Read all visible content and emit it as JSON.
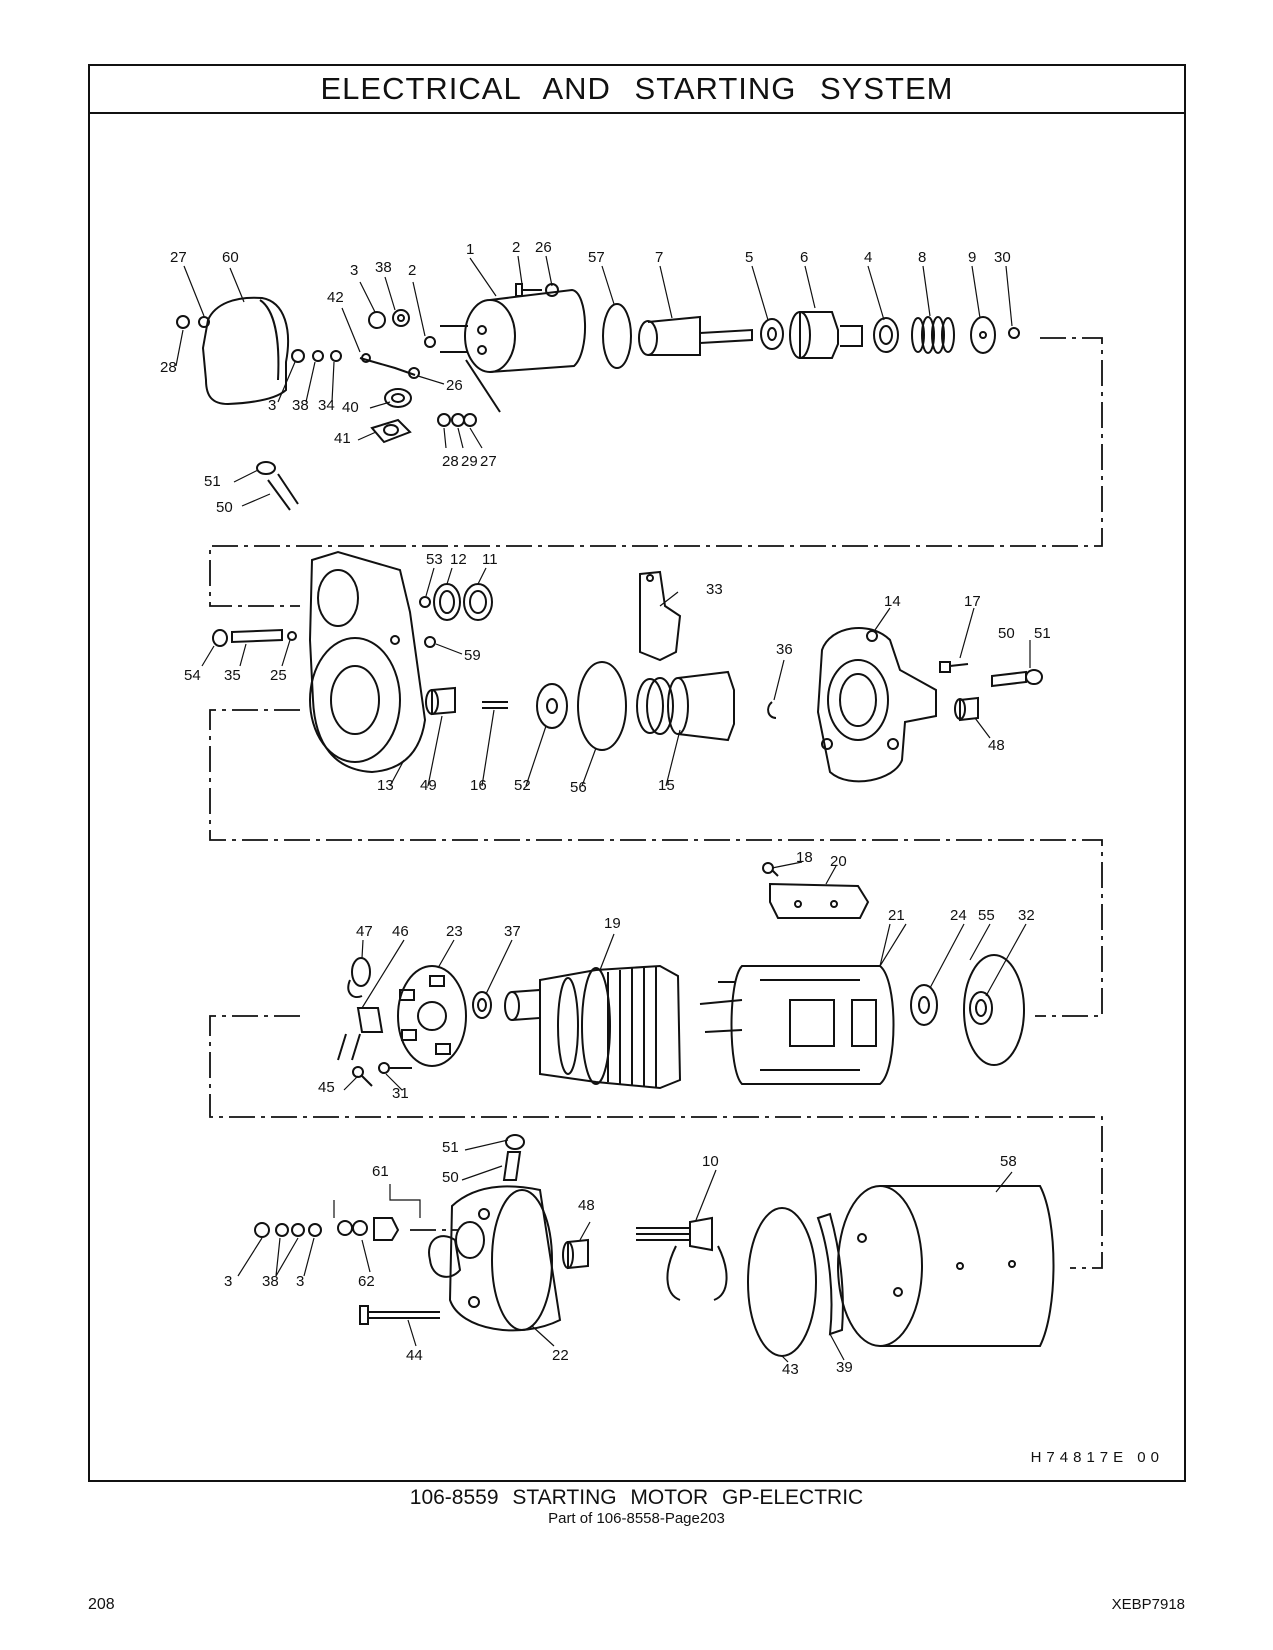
{
  "page": {
    "title": "ELECTRICAL AND STARTING SYSTEM",
    "illustration_ref": "H74817E 00",
    "caption_main": "106-8559 STARTING MOTOR GP-ELECTRIC",
    "caption_sub": "Part of 106-8558-Page203",
    "page_number": "208",
    "doc_code": "XEBP7918"
  },
  "callouts": [
    "27",
    "60",
    "28",
    "3",
    "38",
    "2",
    "42",
    "1",
    "2",
    "26",
    "57",
    "7",
    "5",
    "6",
    "4",
    "8",
    "9",
    "30",
    "3",
    "38",
    "34",
    "40",
    "26",
    "41",
    "28",
    "29",
    "27",
    "51",
    "50",
    "53",
    "12",
    "11",
    "33",
    "14",
    "17",
    "50",
    "51",
    "54",
    "35",
    "25",
    "59",
    "36",
    "13",
    "49",
    "16",
    "52",
    "56",
    "15",
    "48",
    "18",
    "20",
    "47",
    "46",
    "23",
    "37",
    "19",
    "21",
    "24",
    "55",
    "32",
    "45",
    "31",
    "51",
    "50",
    "61",
    "10",
    "58",
    "48",
    "3",
    "38",
    "3",
    "62",
    "44",
    "22",
    "43",
    "39"
  ]
}
